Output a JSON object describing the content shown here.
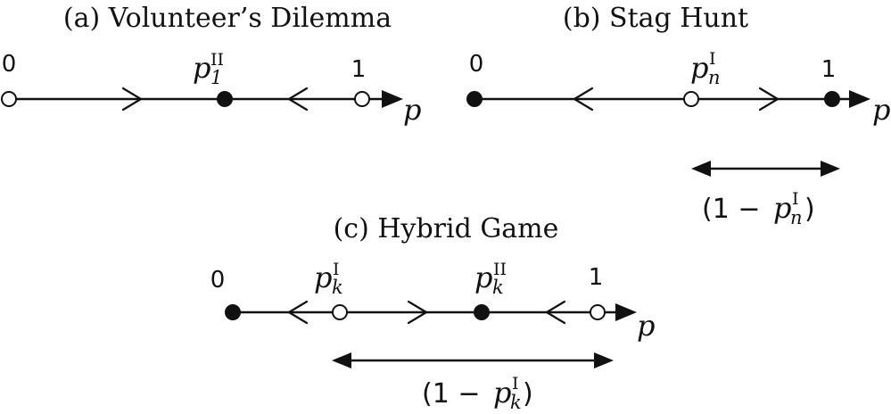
{
  "diagrams": {
    "a": {
      "title": "(a) Volunteer’s Dilemma",
      "axis_var": "p",
      "labels": {
        "zero": "0",
        "one": "1",
        "eq_base": "p",
        "eq_sub": "1",
        "eq_sup": "II"
      }
    },
    "b": {
      "title": "(b) Stag Hunt",
      "axis_var": "p",
      "labels": {
        "zero": "0",
        "one": "1",
        "eq_base": "p",
        "eq_sub": "n",
        "eq_sup": "I"
      },
      "interval": {
        "open": "(1 − ",
        "base": "p",
        "sup": "I",
        "sub": "n",
        "close": ")"
      }
    },
    "c": {
      "title": "(c) Hybrid Game",
      "axis_var": "p",
      "labels": {
        "zero": "0",
        "one": "1",
        "eq1_base": "p",
        "eq1_sub": "k",
        "eq1_sup": "I",
        "eq2_base": "p",
        "eq2_sub": "k",
        "eq2_sup": "II"
      },
      "interval": {
        "open": "(1 − ",
        "base": "p",
        "sup": "I",
        "sub": "k",
        "close": ")"
      }
    }
  }
}
